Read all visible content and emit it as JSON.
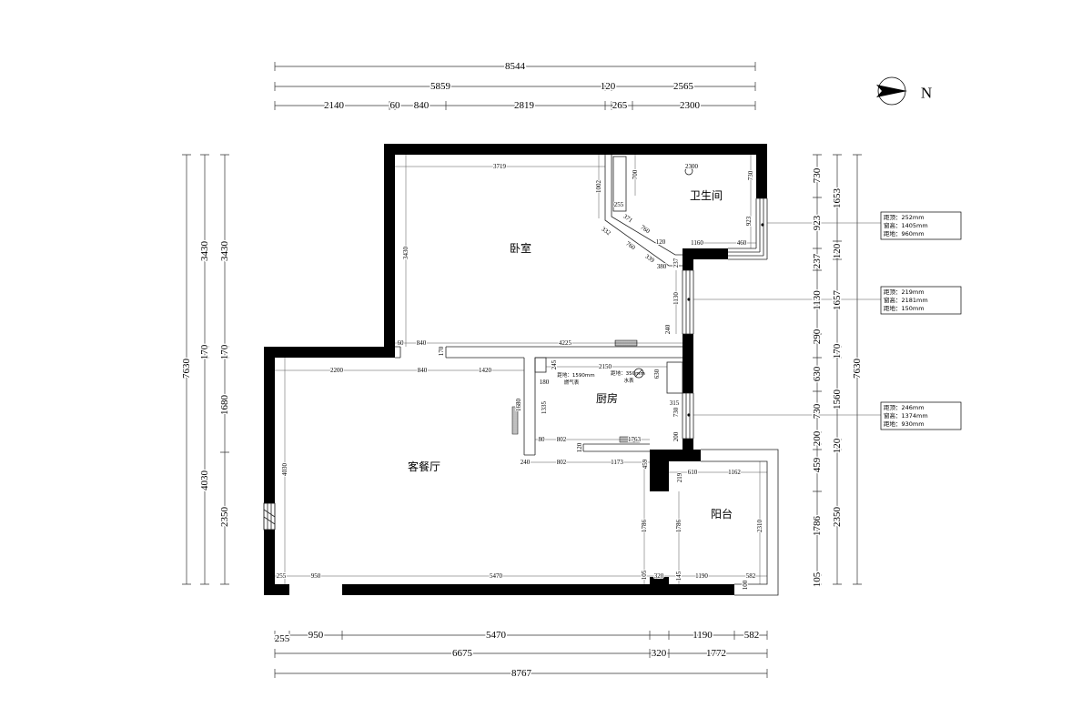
{
  "top_dimensions": {
    "row1": [
      "8544"
    ],
    "row2": [
      "5859",
      "120",
      "2565"
    ],
    "row3": [
      "2140",
      "60",
      "840",
      "2819",
      "265",
      "2300"
    ]
  },
  "left_dimensions": {
    "col1": [
      "7630"
    ],
    "col2": [
      "3430",
      "170",
      "4030"
    ],
    "col3": [
      "3430",
      "170",
      "1680",
      "2350"
    ]
  },
  "right_dimensions": {
    "col1": [
      "730",
      "923",
      "237",
      "1130",
      "290",
      "630",
      "730",
      "200",
      "459",
      "1786",
      "105"
    ],
    "col2": [
      "1653",
      "120",
      "1657",
      "170",
      "1560",
      "120",
      "2350"
    ],
    "col3": [
      "7630"
    ]
  },
  "bottom_dimensions": {
    "row1": [
      "255",
      "950",
      "5470",
      "1190",
      "582"
    ],
    "row2": [
      "6675",
      "320",
      "1772"
    ],
    "row3": [
      "8767"
    ]
  },
  "compass": {
    "label": "N",
    "icon": "north-arrow-icon"
  },
  "rooms": {
    "bedroom": "卧室",
    "bathroom": "卫生间",
    "kitchen": "厨房",
    "living_dining": "客餐厅",
    "balcony": "阳台"
  },
  "window_info": [
    {
      "top": "距顶：252mm",
      "height": "窗高：1405mm",
      "floor": "距地：960mm"
    },
    {
      "top": "距顶：219mm",
      "height": "窗高：2181mm",
      "floor": "距地：150mm"
    },
    {
      "top": "距顶：246mm",
      "height": "窗高：1374mm",
      "floor": "距地：930mm"
    }
  ],
  "meters": {
    "gas_height": "距地：1590mm",
    "gas": "燃气表",
    "water_height": "距地：350mm",
    "water": "水表"
  },
  "interior_dimensions": [
    "3719",
    "3430",
    "1002",
    "700",
    "2300",
    "730",
    "923",
    "255",
    "371",
    "760",
    "332",
    "760",
    "120",
    "1160",
    "460",
    "339",
    "380",
    "237",
    "1130",
    "240",
    "60",
    "840",
    "170",
    "4225",
    "2200",
    "840",
    "1420",
    "2150",
    "245",
    "180",
    "630",
    "1680",
    "1335",
    "315",
    "730",
    "80",
    "802",
    "1763",
    "120",
    "200",
    "240",
    "802",
    "1173",
    "459",
    "4030",
    "610",
    "1162",
    "219",
    "1786",
    "1786",
    "2310",
    "255",
    "950",
    "5470",
    "105",
    "320",
    "145",
    "1190",
    "582",
    "100"
  ]
}
